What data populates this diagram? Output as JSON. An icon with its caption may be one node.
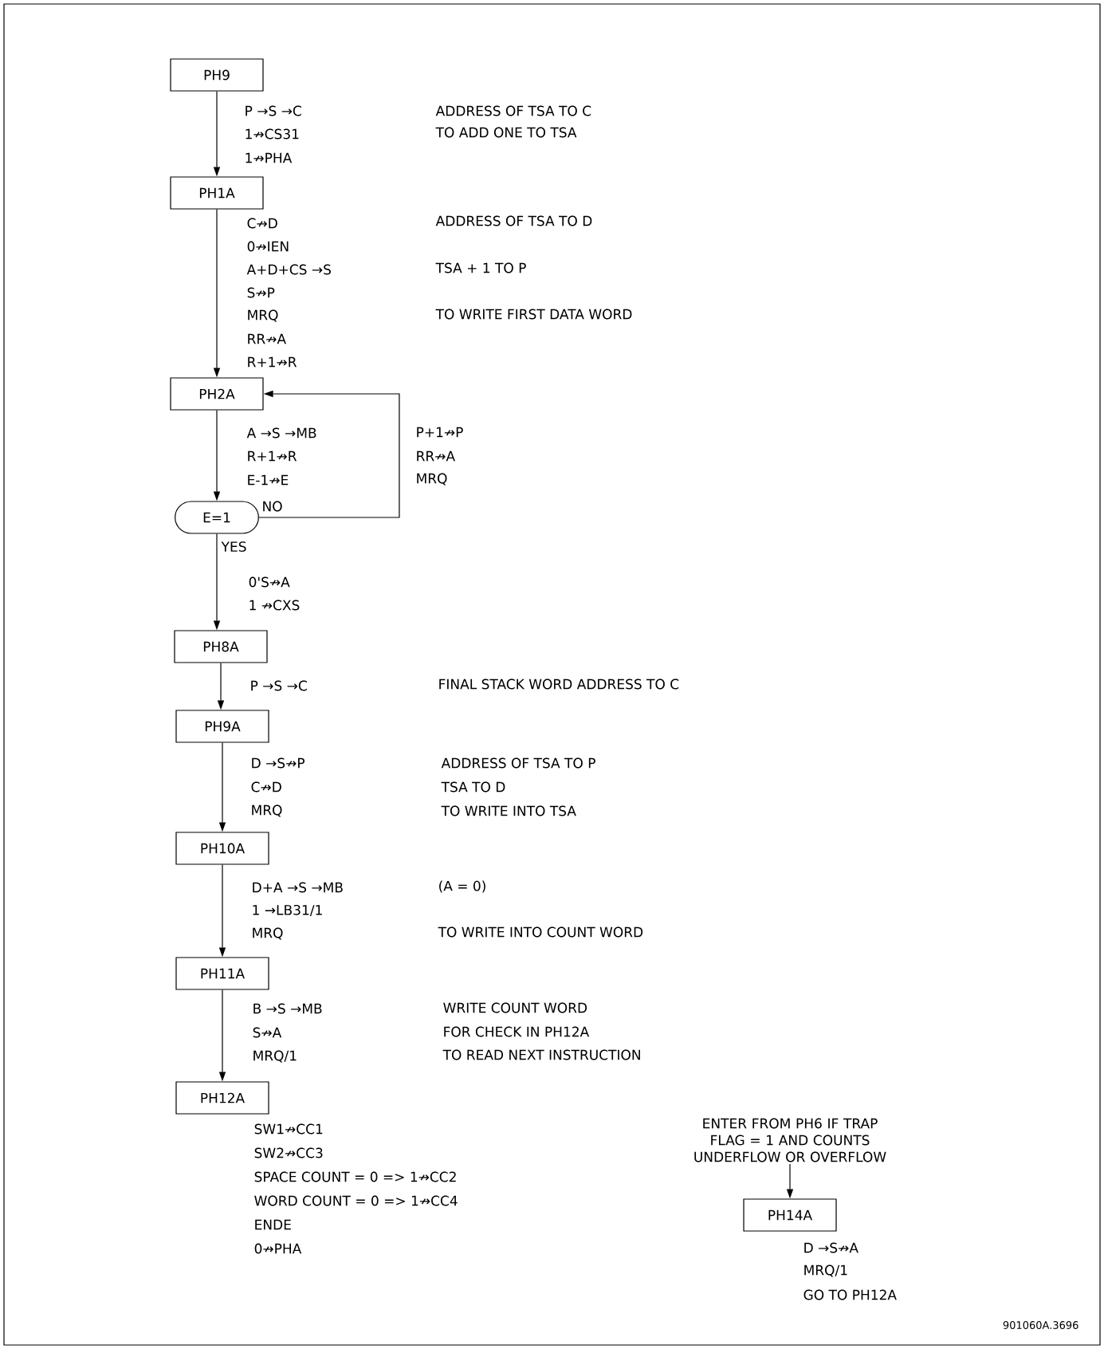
{
  "diagram": {
    "nodes": [
      {
        "text": [
          "PH9"
        ]
      },
      {
        "text": [
          "PH1A"
        ]
      },
      {
        "text": [
          "PH2A"
        ]
      },
      {
        "text": [
          "E=1"
        ]
      },
      {
        "text": [
          "PH8A"
        ]
      },
      {
        "text": [
          "PH9A"
        ]
      },
      {
        "text": [
          "PH10A"
        ]
      },
      {
        "text": [
          "PH11A"
        ]
      },
      {
        "text": [
          "PH12A"
        ]
      },
      {
        "text": [
          "ENTER FROM PH6 IF TRAP FLAG = 1 AND COUNTS UNDERFLOW OR OVERFLOW"
        ]
      },
      {
        "text": [
          "PH14A"
        ]
      }
    ],
    "edges": [
      {
        "from": 0,
        "to": 1,
        "arrow": "to"
      },
      {
        "from": 1,
        "to": 2,
        "arrow": "to"
      },
      {
        "from": 2,
        "to": 3,
        "arrow": "to"
      },
      {
        "from": 3,
        "to": 2,
        "arrow": "to",
        "label": "NO"
      },
      {
        "from": 3,
        "to": 4,
        "arrow": "to",
        "label": "YES"
      },
      {
        "from": 4,
        "to": 5,
        "arrow": "to"
      },
      {
        "from": 5,
        "to": 6,
        "arrow": "to"
      },
      {
        "from": 6,
        "to": 7,
        "arrow": "to"
      },
      {
        "from": 7,
        "to": 8,
        "arrow": "to"
      },
      {
        "from": 9,
        "to": 10,
        "arrow": "to"
      }
    ],
    "labels": [
      "P →S →C",
      "ADDRESS OF TSA TO C",
      "1↛CS31",
      "TO ADD ONE TO TSA",
      "1↛PHA",
      "C↛D",
      "ADDRESS OF TSA TO D",
      "0↛IEN",
      "A+D+CS →S",
      "TSA + 1 TO P",
      "S↛P",
      "MRQ",
      "TO WRITE FIRST DATA WORD",
      "RR↛A",
      "R+1↛R",
      "A →S →MB",
      "P+1↛P",
      "R+1↛R",
      "RR↛A",
      "E-1↛E",
      "MRQ",
      "0'S↛A",
      "1  ↛CXS",
      "P →S →C",
      "FINAL STACK WORD ADDRESS TO C",
      "D →S↛P",
      "ADDRESS OF TSA TO P",
      "C↛D",
      "TSA TO D",
      "MRQ",
      "TO WRITE INTO TSA",
      "D+A →S →MB",
      "(A = 0)",
      "1 →LB31/1",
      "MRQ",
      "TO WRITE INTO COUNT WORD",
      "B →S →MB",
      "WRITE COUNT WORD",
      "S↛A",
      "FOR CHECK IN PH12A",
      "MRQ/1",
      "TO READ NEXT INSTRUCTION",
      "SW1↛CC1",
      "SW2↛CC3",
      "SPACE COUNT = 0 => 1↛CC2",
      "WORD COUNT = 0 => 1↛CC4",
      "ENDE",
      "0↛PHA",
      "D →S↛A",
      "MRQ/1",
      "GO TO PH12A",
      "901060A.3696"
    ]
  }
}
